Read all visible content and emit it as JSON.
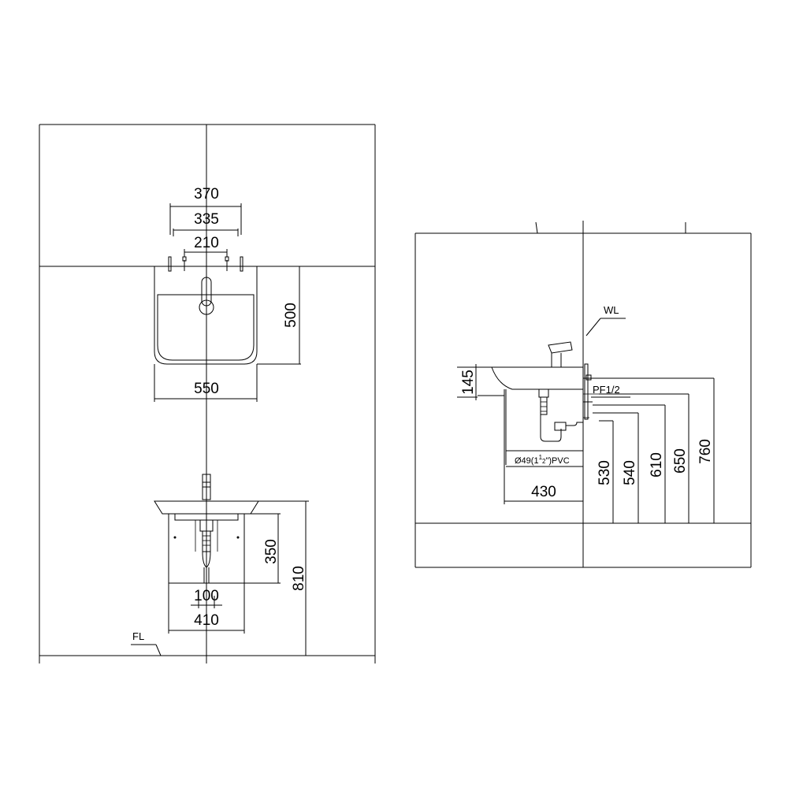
{
  "front_view": {
    "faucet_hole_spacing_outer": "370",
    "faucet_hole_spacing_mid": "335",
    "faucet_hole_spacing_inner": "210",
    "basin_depth": "500",
    "basin_width": "550",
    "cabinet_height": "350",
    "overall_height": "810",
    "drain_offset": "100",
    "cabinet_width": "410",
    "floor_label": "FL"
  },
  "side_view": {
    "wall_label": "WL",
    "supply_label": "PF1/2",
    "drain_pipe_label_prefix": "Ø49(1",
    "drain_pipe_frac_num": "1",
    "drain_pipe_frac_den": "2",
    "drain_pipe_label_suffix": "\")PVC",
    "basin_thickness": "145",
    "projection": "430",
    "height_dims": [
      "530",
      "540",
      "610",
      "650",
      "760"
    ]
  }
}
